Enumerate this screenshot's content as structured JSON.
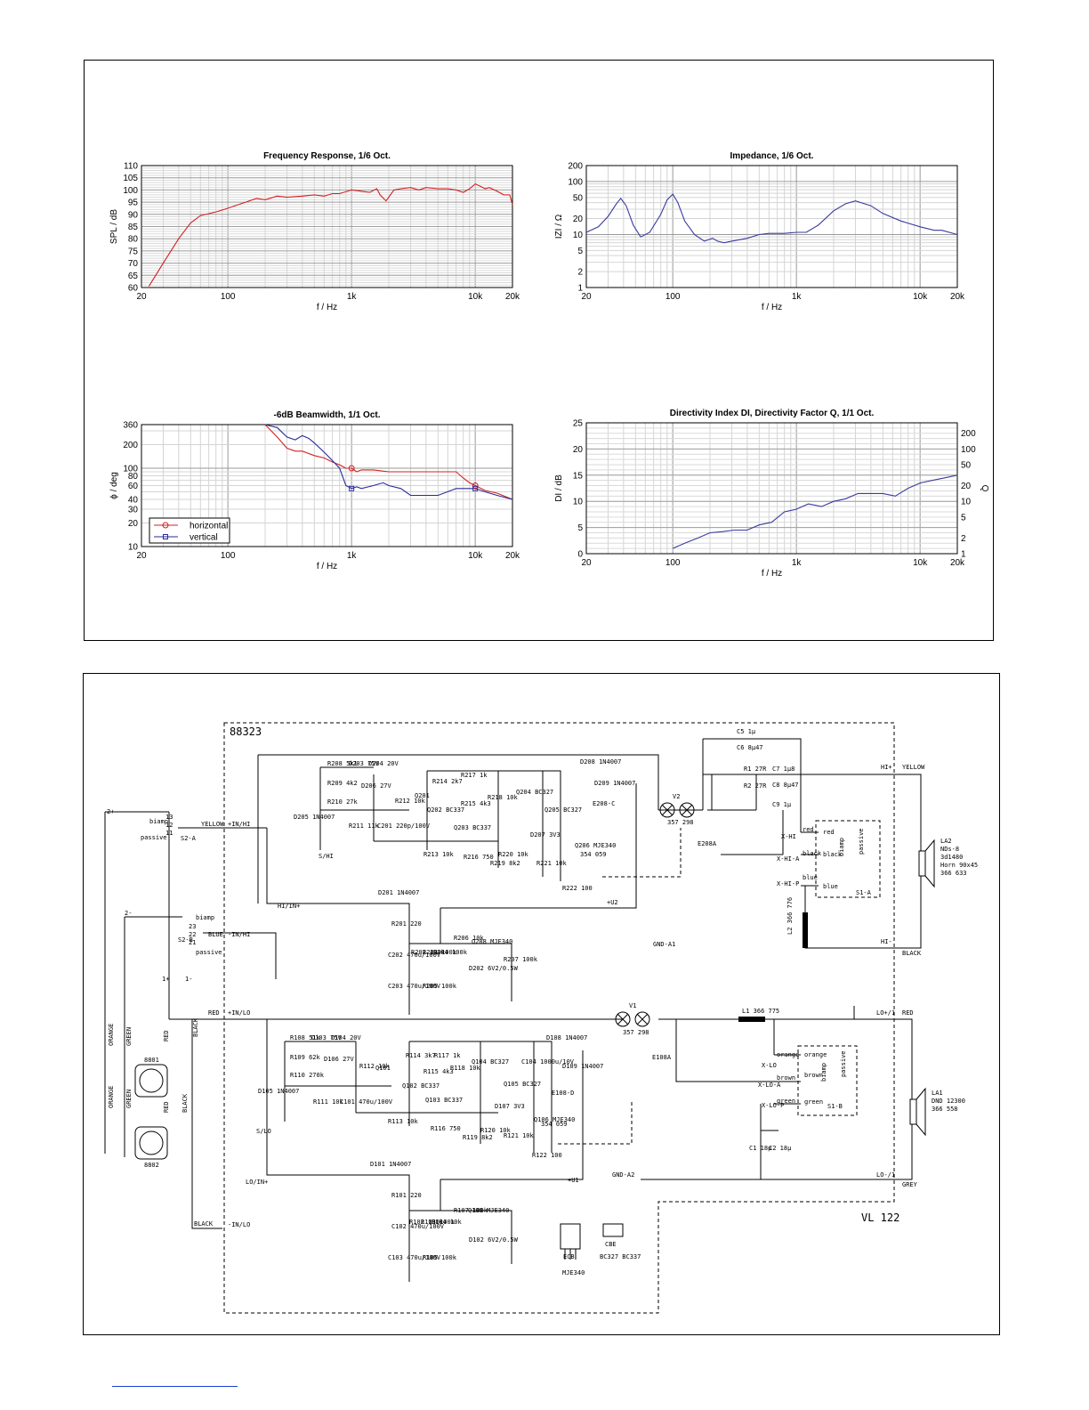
{
  "chart_data": [
    {
      "type": "line",
      "title": "Frequency Response, 1/6 Oct.",
      "xlabel": "f / Hz",
      "ylabel": "SPL / dB",
      "xscale": "log",
      "xlim": [
        20,
        20000
      ],
      "ylim": [
        60,
        110
      ],
      "xticks": [
        20,
        100,
        1000,
        10000,
        20000
      ],
      "xticklabels": [
        "20",
        "100",
        "1k",
        "10k",
        "20k"
      ],
      "yticks": [
        60,
        65,
        70,
        75,
        80,
        85,
        90,
        95,
        100,
        105,
        110
      ],
      "yticklabels": [
        "60",
        "65",
        "70",
        "75",
        "80",
        "85",
        "90",
        "95",
        "100",
        "105",
        "110"
      ],
      "grid": true,
      "series": [
        {
          "color": "#d22020",
          "x": [
            23,
            30,
            40,
            50,
            60,
            80,
            100,
            130,
            170,
            200,
            250,
            300,
            400,
            500,
            600,
            700,
            800,
            1000,
            1200,
            1400,
            1600,
            1700,
            1900,
            2200,
            2500,
            3000,
            3500,
            4000,
            5000,
            6000,
            7000,
            8000,
            9000,
            10000,
            11000,
            12000,
            13000,
            15000,
            17000,
            19000,
            20000
          ],
          "y": [
            60.5,
            70,
            80,
            86.5,
            89.5,
            91,
            92.5,
            94.5,
            96.5,
            96,
            97.5,
            97,
            97.5,
            98,
            97.5,
            98.5,
            98.5,
            100,
            99.5,
            99,
            100.5,
            98,
            95.5,
            100,
            100.5,
            101,
            100,
            101,
            100.5,
            100.5,
            100,
            99,
            100.5,
            102.5,
            101.5,
            100.5,
            101,
            99.5,
            98,
            98,
            94
          ]
        }
      ]
    },
    {
      "type": "line",
      "title": "Impedance, 1/6 Oct.",
      "xlabel": "f / Hz",
      "ylabel": "IZI / Ω",
      "xscale": "log",
      "yscale": "log",
      "xlim": [
        20,
        20000
      ],
      "ylim": [
        1,
        200
      ],
      "xticks": [
        20,
        100,
        1000,
        10000,
        20000
      ],
      "xticklabels": [
        "20",
        "100",
        "1k",
        "10k",
        "20k"
      ],
      "yticks": [
        1,
        2,
        5,
        10,
        20,
        50,
        100,
        200
      ],
      "yticklabels": [
        "1",
        "2",
        "5",
        "10",
        "20",
        "50",
        "100",
        "200"
      ],
      "grid": true,
      "series": [
        {
          "color": "#3a3aa0",
          "x": [
            20,
            25,
            30,
            35,
            38,
            42,
            48,
            55,
            65,
            80,
            90,
            100,
            110,
            125,
            150,
            180,
            210,
            230,
            260,
            300,
            400,
            500,
            600,
            800,
            1000,
            1200,
            1500,
            2000,
            2500,
            3000,
            4000,
            5000,
            7000,
            10000,
            13000,
            15000,
            20000
          ],
          "y": [
            11,
            14,
            22,
            38,
            48,
            35,
            15,
            9,
            11,
            24,
            45,
            58,
            40,
            18,
            10,
            7.5,
            8.5,
            7.5,
            7,
            7.5,
            8.5,
            10,
            10.5,
            10.5,
            11,
            11,
            15,
            28,
            38,
            43,
            35,
            25,
            18,
            14,
            12,
            12,
            10
          ]
        }
      ]
    },
    {
      "type": "line",
      "title": "-6dB Beamwidth, 1/1 Oct.",
      "xlabel": "f / Hz",
      "ylabel": "ϕ / deg",
      "xscale": "log",
      "yscale": "log",
      "xlim": [
        20,
        20000
      ],
      "ylim": [
        10,
        360
      ],
      "xticks": [
        20,
        100,
        1000,
        10000,
        20000
      ],
      "xticklabels": [
        "20",
        "100",
        "1k",
        "10k",
        "20k"
      ],
      "yticks": [
        10,
        20,
        30,
        40,
        60,
        80,
        100,
        200,
        360
      ],
      "yticklabels": [
        "10",
        "20",
        "30",
        "40",
        "60",
        "80",
        "100",
        "200",
        "360"
      ],
      "grid": true,
      "legend": "bottom-left",
      "series": [
        {
          "name": "horizontal",
          "color": "#d22020",
          "x": [
            200,
            250,
            300,
            350,
            400,
            500,
            600,
            700,
            800,
            900,
            1000,
            1100,
            1200,
            1500,
            2000,
            3000,
            4000,
            5000,
            6000,
            7000,
            8000,
            9000,
            10000,
            12000,
            15000,
            20000
          ],
          "y": [
            360,
            250,
            180,
            165,
            165,
            145,
            135,
            120,
            110,
            100,
            100,
            90,
            95,
            95,
            90,
            90,
            90,
            90,
            90,
            90,
            75,
            65,
            60,
            52,
            48,
            40
          ]
        },
        {
          "name": "vertical",
          "color": "#2a2a9a",
          "x": [
            200,
            250,
            300,
            350,
            400,
            450,
            500,
            600,
            700,
            800,
            900,
            1000,
            1100,
            1200,
            1500,
            1800,
            2000,
            2500,
            3000,
            4000,
            5000,
            7000,
            9000,
            10000,
            12000,
            15000,
            20000
          ],
          "y": [
            360,
            330,
            250,
            230,
            260,
            240,
            210,
            160,
            125,
            100,
            60,
            55,
            58,
            55,
            60,
            65,
            60,
            55,
            45,
            45,
            45,
            55,
            55,
            55,
            50,
            45,
            40
          ]
        }
      ],
      "legend_entries": [
        "horizontal",
        "vertical"
      ]
    },
    {
      "type": "line",
      "title": "Directivity Index DI, Directivity Factor Q, 1/1 Oct.",
      "xlabel": "f / Hz",
      "ylabel": "DI / dB",
      "y2label": "Q",
      "xscale": "log",
      "xlim": [
        20,
        20000
      ],
      "ylim": [
        0,
        25
      ],
      "xticks": [
        20,
        100,
        1000,
        10000,
        20000
      ],
      "xticklabels": [
        "20",
        "100",
        "1k",
        "10k",
        "20k"
      ],
      "yticks": [
        0,
        5,
        10,
        15,
        20,
        25
      ],
      "yticklabels": [
        "0",
        "5",
        "10",
        "15",
        "20",
        "25"
      ],
      "y2ticks": [
        1,
        2,
        5,
        10,
        20,
        50,
        100,
        200
      ],
      "y2ticklabels": [
        "1",
        "2",
        "5",
        "10",
        "20",
        "50",
        "100",
        "200"
      ],
      "grid": true,
      "series": [
        {
          "color": "#3a3aa0",
          "x": [
            100,
            125,
            160,
            200,
            250,
            315,
            400,
            500,
            630,
            800,
            1000,
            1250,
            1600,
            2000,
            2500,
            3150,
            4000,
            5000,
            6300,
            8000,
            10000,
            12500,
            16000,
            20000
          ],
          "y": [
            1,
            2,
            3,
            4,
            4.2,
            4.5,
            4.5,
            5.5,
            6,
            8,
            8.5,
            9.5,
            9,
            10,
            10.5,
            11.5,
            11.5,
            11.5,
            11,
            12.5,
            13.5,
            14,
            14.5,
            15
          ]
        }
      ]
    }
  ],
  "schematic": {
    "board_id": "88323",
    "model": "VL 122",
    "input_switch_upper": {
      "ref": "S2-A",
      "pos_top": "biamp",
      "pos_bottom": "passive",
      "pins": [
        "13",
        "12",
        "11"
      ]
    },
    "input_switch_lower": {
      "ref": "S2-B",
      "pos_top": "biamp",
      "pos_bottom": "passive",
      "pins": [
        "23",
        "22",
        "21"
      ]
    },
    "connectors": [
      "8801",
      "8802"
    ],
    "wire_labels": [
      "ORANGE",
      "GREEN",
      "RED",
      "BLACK",
      "YELLOW",
      "BLUE",
      "GREY"
    ],
    "nets": [
      "+IN/HI",
      "-IN/HI",
      "+IN/LO",
      "-IN/LO",
      "HI/IN+",
      "LO/IN+",
      "S/HI",
      "S/LO",
      "+U2",
      "+U1",
      "GND-A1",
      "GND-A2",
      "HI+",
      "HI-",
      "LO+/1",
      "LO-/1",
      "X-HI",
      "X-HI-A",
      "X-HI-P",
      "X-LO",
      "X-LO-A",
      "X-LO-P"
    ],
    "pin_labels": [
      "1+",
      "1-",
      "2+",
      "2-"
    ],
    "hi_section": {
      "resistors": [
        "R208 5k1",
        "R209 4k2",
        "R210 27k",
        "R211 11k",
        "R212 10k",
        "R213 10k",
        "R214 2k7",
        "R215 4k3",
        "R216 750",
        "R217 1k",
        "R218 10k",
        "R219 8k2",
        "R220 10k",
        "R221 10k",
        "R222 100",
        "R201 220",
        "R202 100k",
        "R203 100k",
        "R204 100k",
        "R205 100k",
        "R206 10k",
        "R207 100k"
      ],
      "diodes": [
        "D203 75V",
        "D204 20V",
        "D206 27V",
        "D205 1N4007",
        "D201 1N4007",
        "D208 1N4007",
        "D209 1N4007",
        "D207 3V3",
        "D202 6V2/0.5W"
      ],
      "transistors": [
        "Q201",
        "Q202 BC337",
        "Q203 BC337",
        "Q204 BC327",
        "Q205 BC327",
        "Q206 MJE340",
        "Q208 MJE340"
      ],
      "caps": [
        "C201 220p/100V",
        "C202 470u/100V",
        "C203 470u/100V"
      ],
      "relay": "E208-C",
      "relay_part": "354 059",
      "lamp": "V2",
      "lamp_part": "357 298",
      "lamp_relay": "E208A"
    },
    "lo_section": {
      "resistors": [
        "R108 51k",
        "R109 62k",
        "R110 270k",
        "R111 10k",
        "R112 10k",
        "R113 10k",
        "R114 3k7",
        "R115 4k3",
        "R116 750",
        "R117 1k",
        "R118 10k",
        "R119 8k2",
        "R120 10k",
        "R121 10k",
        "R122 100",
        "R101 220",
        "R102 100k",
        "R103 100k",
        "R104 10k",
        "R105 100k",
        "R107 100k"
      ],
      "diodes": [
        "D103 75V",
        "D104 20V",
        "D106 27V",
        "D105 1N4007",
        "D101 1N4007",
        "D108 1N4007",
        "D109 1N4007",
        "D107 3V3",
        "D102 6V2/0.5W"
      ],
      "transistors": [
        "Q101",
        "Q102 BC337",
        "Q103 BC337",
        "Q104 BC327",
        "Q105 BC327",
        "Q106 MJE340",
        "Q108 MJE340"
      ],
      "caps": [
        "C101 470u/100V",
        "C102 470u/100V",
        "C103 470u/100V",
        "C104 1000u/10V"
      ],
      "relay": "E108-D",
      "relay_part": "354 059",
      "lamp": "V1",
      "lamp_part": "357 298",
      "lamp_relay": "E108A"
    },
    "crossover": {
      "hi_caps": [
        "C5 1µ",
        "C6 8µ47",
        "C7 1µ8",
        "C8 8µ47",
        "C9 1µ"
      ],
      "hi_res": [
        "R1 27R",
        "R2 27R"
      ],
      "hi_inductor": "L2 366 776",
      "lo_inductor": "L1 366 775",
      "lo_caps": [
        "C1 18µ",
        "C2 18µ"
      ],
      "switch_hi": "S1-A",
      "switch_lo": "S1-B",
      "switch_pos": [
        "biamp",
        "passive"
      ],
      "wire_colors_hi": [
        "red",
        "black",
        "blue"
      ],
      "wire_colors_lo": [
        "orange",
        "brown",
        "green"
      ]
    },
    "speakers": {
      "la2": [
        "LA2",
        "NDs-8",
        "3d1480",
        "Horn 90x45",
        "366 633"
      ],
      "la1": [
        "LA1",
        "DND 12300",
        "366 558"
      ]
    },
    "packages": {
      "mje": {
        "pins": "ECB",
        "name": "MJE340"
      },
      "bc": {
        "pins": "CBE",
        "name": "BC327 BC337"
      }
    }
  }
}
